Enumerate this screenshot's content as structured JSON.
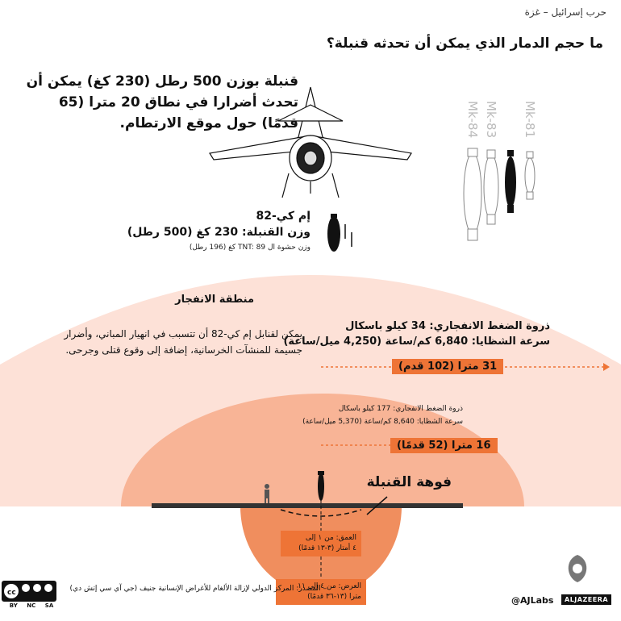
{
  "header": {
    "kicker": "حرب إسرائيل – غزة",
    "headline": "ما حجم الدمار الذي يمكن أن تحدثه قنبلة؟"
  },
  "lead": {
    "text": "قنبلة بوزن 500 رطل (230 كغ) يمكن أن تحدث أضرارا في نطاق 20 مترا (65 قدمًا) حول موقع الارتطام."
  },
  "bomb": {
    "name": "إم كي-82",
    "weight": "وزن القنبلة: 230 كغ (500 رطل)",
    "filling": "وزن حشوة ال TNT: 89 كغ (196 رطل)"
  },
  "bomb_family": {
    "labels": [
      "Mk-84",
      "Mk-83",
      "Mk-81"
    ],
    "highlighted": "Mk-82"
  },
  "blast_zone": {
    "title": "منطقة الانفجار",
    "description": "يمكن لقنابل إم كي-82 أن تتسبب في انهيار المباني، وأضرار جسيمة للمنشآت الخرسانية، إضافة إلى وقوع قتلى وجرحى.",
    "outer": {
      "pressure": "ذروة الضغط الانفجاري: 34 كيلو باسكال",
      "speed": "سرعة الشظايا: 6,840 كم/ساعة (4,250 ميل/ساعة)",
      "range": "31 مترا (102 قدم)"
    },
    "inner": {
      "pressure": "ذروة الضغط الانفجاري: 177 كيلو باسكال",
      "speed": "سرعة الشظايا: 8,640 كم/ساعة (5,370 ميل/ساعة)",
      "range": "16 مترا (52 قدمًا)"
    }
  },
  "crater": {
    "title": "فوهة القنبلة",
    "depth_line1": "العمق: من ١ إلى",
    "depth_line2": "٤ أمتار (٣-١٣ قدمًا)",
    "width_line1": "العرض: من ٤ إلى ١١",
    "width_line2": "مترا (١٣-٣٦ قدمًا)"
  },
  "footer": {
    "source": "– المصدر: المركز الدولي لإزالة الألغام للأغراض الإنسانية جنيف (جي آي سي إتش دي)",
    "credit": "@AJLabs",
    "brand": "ALJAZEERA",
    "license": [
      "BY",
      "NC",
      "SA"
    ]
  },
  "colors": {
    "outer_zone": "#fde1d7",
    "inner_zone": "#f8b496",
    "crater": "#f08e5e",
    "accent": "#ee7436"
  }
}
